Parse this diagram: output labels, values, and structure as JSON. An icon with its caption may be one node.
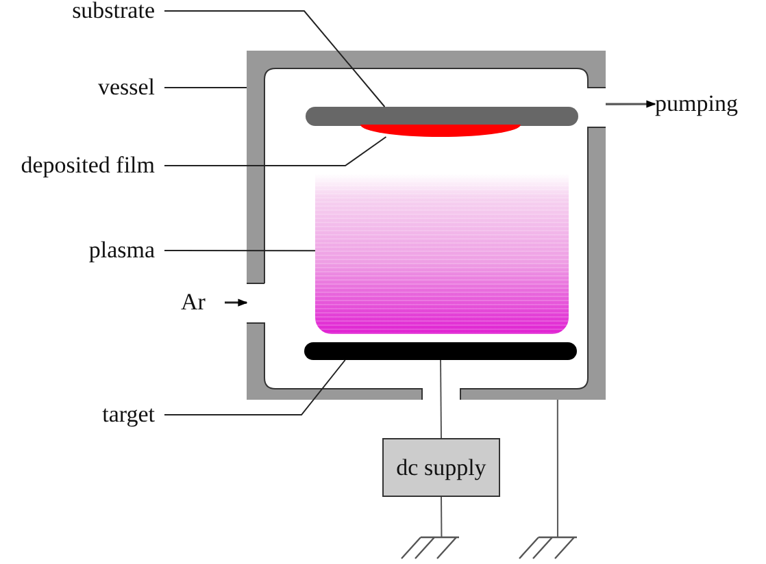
{
  "diagram": {
    "nodes": [
      {
        "text": [
          "substrate"
        ]
      },
      {
        "text": [
          "vessel"
        ]
      },
      {
        "text": [
          "deposited film"
        ]
      },
      {
        "text": [
          "plasma"
        ]
      },
      {
        "text": [
          "target"
        ]
      },
      {
        "text": [
          "Ar"
        ]
      },
      {
        "text": [
          "pumping"
        ]
      },
      {
        "text": [
          "dc supply"
        ]
      },
      {
        "text": [],
        "shape": "box"
      },
      {
        "text": [],
        "shape": "bar",
        "in": 8
      },
      {
        "text": [],
        "shape": "ellipse",
        "in": 8
      },
      {
        "text": [],
        "shape": "cloud",
        "in": 8
      },
      {
        "text": [],
        "shape": "bar",
        "in": 8
      },
      {
        "text": [],
        "shape": "ground"
      },
      {
        "text": [],
        "shape": "ground"
      }
    ],
    "edges": [
      {
        "from": 0,
        "to": 9,
        "arrow": "none"
      },
      {
        "from": 1,
        "to": 8,
        "arrow": "none"
      },
      {
        "from": 2,
        "to": 10,
        "arrow": "none"
      },
      {
        "from": 3,
        "to": 11,
        "arrow": "none"
      },
      {
        "from": 4,
        "to": 12,
        "arrow": "none"
      },
      {
        "from": 5,
        "to": 8,
        "arrow": "to"
      },
      {
        "from": 8,
        "to": 6,
        "arrow": "to"
      },
      {
        "from": 12,
        "to": 7,
        "arrow": "none"
      },
      {
        "from": 7,
        "to": 13,
        "arrow": "none"
      },
      {
        "from": 8,
        "to": 14,
        "arrow": "none"
      }
    ]
  }
}
